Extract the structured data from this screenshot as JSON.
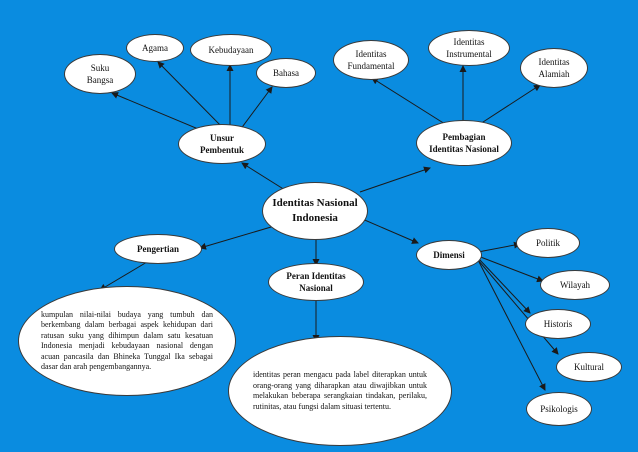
{
  "center": "Identitas Nasional\nIndonesia",
  "unsur": {
    "label": "Unsur\nPembentuk",
    "children": [
      "Suku\nBangsa",
      "Agama",
      "Kebudayaan",
      "Bahasa"
    ]
  },
  "pembagian": {
    "label": "Pembagian\nIdentitas Nasional",
    "children": [
      "Identitas\nFundamental",
      "Identitas\nInstrumental",
      "Identitas\nAlamiah"
    ]
  },
  "pengertian": {
    "label": "Pengertian",
    "description": "kumpulan nilai-nilai budaya yang tumbuh dan berkembang dalam berbagai aspek kehidupan dari ratusan suku yang dihimpun dalam satu kesatuan Indonesia menjadi kebudayaan nasional dengan acuan pancasila dan Bhineka Tunggal Ika sebagai dasar dan arah pengembangannya."
  },
  "peran": {
    "label": "Peran Identitas\nNasional",
    "description": "identitas peran mengacu pada label diterapkan untuk orang-orang yang diharapkan atau diwajibkan untuk melakukan beberapa serangkaian tindakan, perilaku, rutinitas, atau fungsi dalam situasi tertentu."
  },
  "dimensi": {
    "label": "Dimensi",
    "children": [
      "Politik",
      "Wilayah",
      "Historis",
      "Kultural",
      "Psikologis"
    ]
  }
}
